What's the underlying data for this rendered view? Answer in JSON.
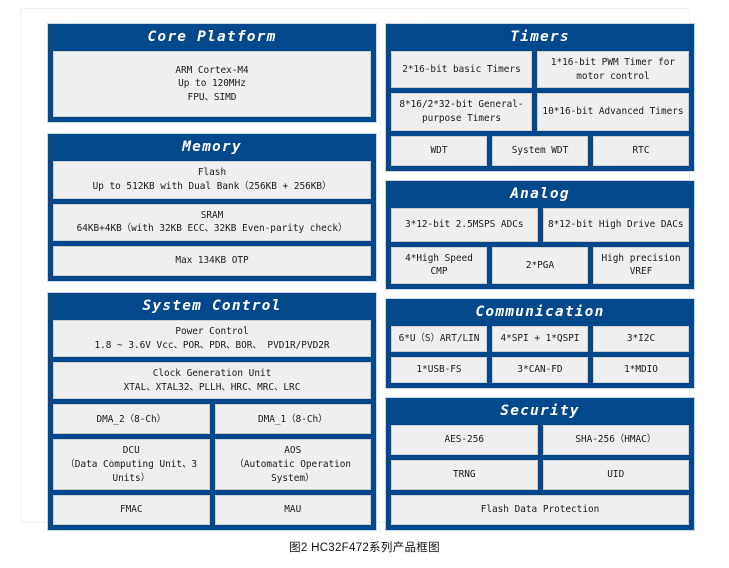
{
  "caption": "图2 HC32F472系列产品框图",
  "colors": {
    "block_blue": "#03488a",
    "cell_gray": "#efefef",
    "cell_border": "#cfcfcf",
    "title_text": "#ffffff",
    "page_background": "#ffffff"
  },
  "left_column": {
    "blocks": [
      {
        "title": "Core Platform",
        "rows": [
          {
            "cells": [
              {
                "text": "ARM Cortex-M4\nUp to 120MHz\nFPU、SIMD"
              }
            ]
          }
        ]
      },
      {
        "title": "Memory",
        "rows": [
          {
            "cells": [
              {
                "text": "Flash\nUp to 512KB with Dual Bank（256KB + 256KB）"
              }
            ]
          },
          {
            "cells": [
              {
                "text": "SRAM\n64KB+4KB（with 32KB ECC、32KB Even-parity check）"
              }
            ]
          },
          {
            "cells": [
              {
                "text": "Max 134KB OTP"
              }
            ]
          }
        ]
      },
      {
        "title": "System Control",
        "rows": [
          {
            "cells": [
              {
                "text": "Power Control\n1.8 ~ 3.6V Vcc、POR、PDR、BOR、 PVD1R/PVD2R"
              }
            ]
          },
          {
            "cells": [
              {
                "text": "Clock Generation Unit\nXTAL、XTAL32、PLLH、HRC、MRC、LRC"
              }
            ]
          },
          {
            "cells": [
              {
                "text": "DMA_2（8-Ch）"
              },
              {
                "text": "DMA_1（8-Ch）"
              }
            ]
          },
          {
            "cells": [
              {
                "text": "DCU\n（Data Computing Unit、3 Units）"
              },
              {
                "text": "AOS\n（Automatic Operation System）"
              }
            ]
          },
          {
            "cells": [
              {
                "text": "FMAC"
              },
              {
                "text": "MAU"
              }
            ]
          }
        ]
      }
    ]
  },
  "right_column": {
    "blocks": [
      {
        "title": "Timers",
        "rows": [
          {
            "cells": [
              {
                "text": "2*16-bit basic Timers"
              },
              {
                "text": "1*16-bit PWM Timer for motor control"
              }
            ]
          },
          {
            "cells": [
              {
                "text": "8*16/2*32-bit General-purpose Timers"
              },
              {
                "text": "10*16-bit Advanced Timers"
              }
            ]
          },
          {
            "cells": [
              {
                "text": "WDT"
              },
              {
                "text": "System WDT"
              },
              {
                "text": "RTC"
              }
            ]
          }
        ]
      },
      {
        "title": "Analog",
        "rows": [
          {
            "cells": [
              {
                "text": "3*12-bit  2.5MSPS ADCs"
              },
              {
                "text": "8*12-bit High Drive DACs"
              }
            ]
          },
          {
            "cells": [
              {
                "text": "4*High Speed CMP"
              },
              {
                "text": "2*PGA"
              },
              {
                "text": "High precision VREF"
              }
            ]
          }
        ]
      },
      {
        "title": "Communication",
        "rows": [
          {
            "cells": [
              {
                "text": "6*U（S）ART/LIN"
              },
              {
                "text": "4*SPI + 1*QSPI"
              },
              {
                "text": "3*I2C"
              }
            ]
          },
          {
            "cells": [
              {
                "text": "1*USB-FS"
              },
              {
                "text": "3*CAN-FD"
              },
              {
                "text": "1*MDIO"
              }
            ]
          }
        ]
      },
      {
        "title": "Security",
        "rows": [
          {
            "cells": [
              {
                "text": "AES-256"
              },
              {
                "text": "SHA-256（HMAC）"
              }
            ]
          },
          {
            "cells": [
              {
                "text": "TRNG"
              },
              {
                "text": "UID"
              }
            ]
          },
          {
            "cells": [
              {
                "text": "Flash Data Protection"
              }
            ]
          }
        ]
      }
    ]
  }
}
